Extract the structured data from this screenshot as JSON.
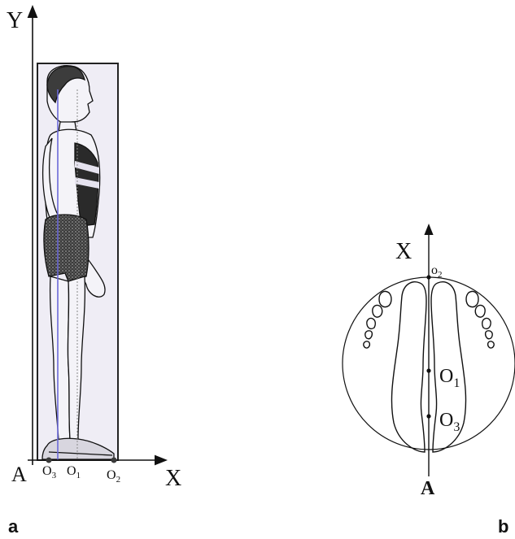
{
  "panel_a": {
    "axis_y": "Y",
    "axis_x": "X",
    "origin": "A",
    "points": [
      {
        "base": "O",
        "sub": "3"
      },
      {
        "base": "O",
        "sub": "1"
      },
      {
        "base": "O",
        "sub": "2"
      }
    ],
    "panel_label": "a"
  },
  "panel_b": {
    "axis_x": "X",
    "origin": "A",
    "top_point": {
      "base": "o",
      "sub": "2"
    },
    "point_1": {
      "base": "O",
      "sub": "1"
    },
    "point_3": {
      "base": "O",
      "sub": "3"
    },
    "panel_label": "b"
  },
  "colors": {
    "ink": "#111111",
    "figure_fill": "#e6e3ef",
    "gravity_line": "#6c6ad8",
    "dark_fill": "#2a2a2a"
  }
}
